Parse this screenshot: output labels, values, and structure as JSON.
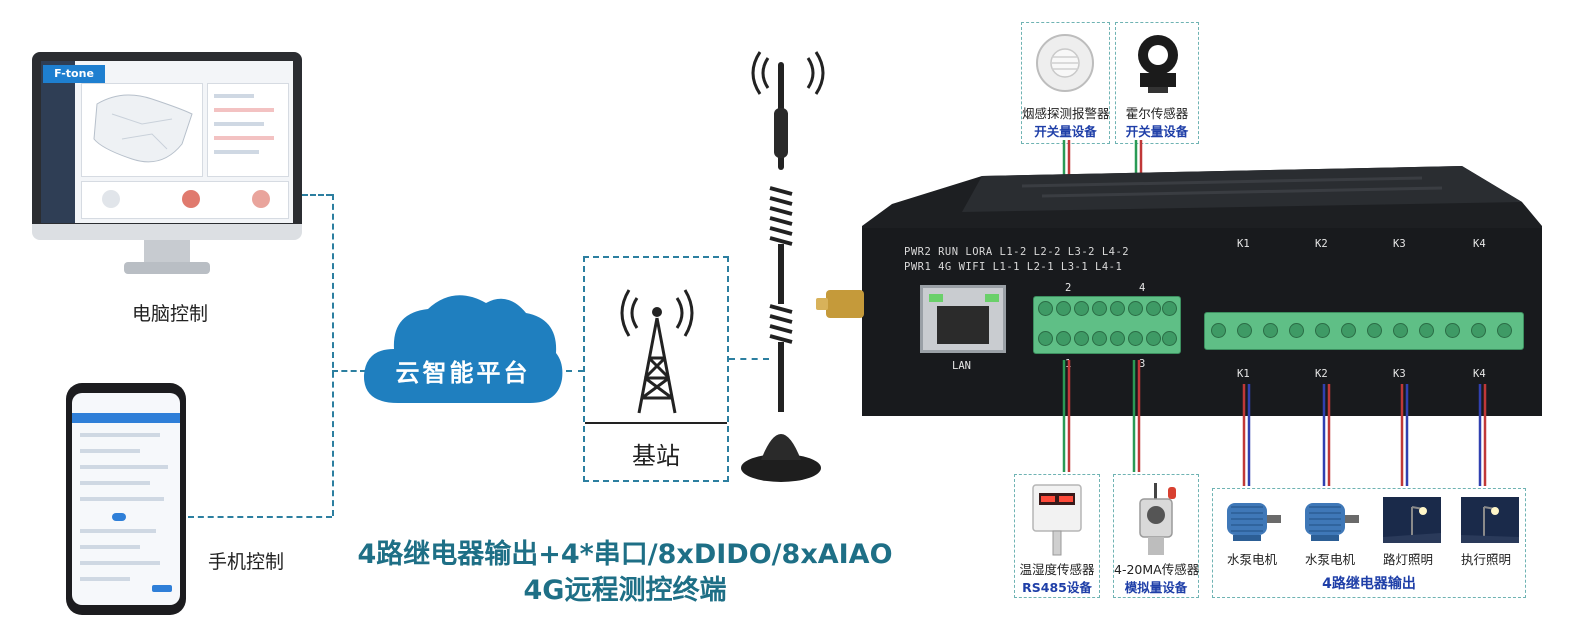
{
  "labels": {
    "pc_control": "电脑控制",
    "mobile_control": "手机控制",
    "cloud": "云智能平台",
    "base_station": "基站",
    "title_line1": "4路继电器输出+4*串口/8xDIDO/8xAIAO",
    "title_line2": "4G远程测控终端",
    "brand": "F-tone"
  },
  "device": {
    "led_row1": "PWR2  RUN  LORA  L1-2  L2-2  L3-2  L4-2",
    "led_row2": "PWR1   4G   WIFI  L1-1  L2-1  L3-1  L4-1",
    "lan": "LAN",
    "port_top_left": "2",
    "port_top_right": "4",
    "port_bottom_left": "1",
    "port_bottom_right": "3",
    "relays_top": [
      "K1",
      "K2",
      "K3",
      "K4"
    ],
    "relays_bottom": [
      "K1",
      "K2",
      "K3",
      "K4"
    ]
  },
  "top_sensors": [
    {
      "name": "烟感探测报警器",
      "type": "开关量设备"
    },
    {
      "name": "霍尔传感器",
      "type": "开关量设备"
    }
  ],
  "bottom_sensors": [
    {
      "name": "温湿度传感器",
      "type": "RS485设备"
    },
    {
      "name": "4-20MA传感器",
      "type": "模拟量设备"
    }
  ],
  "relay_outputs": {
    "items": [
      "水泵电机",
      "水泵电机",
      "路灯照明",
      "执行照明"
    ],
    "group_label": "4路继电器输出"
  },
  "colors": {
    "accent": "#1e6f86",
    "cloud": "#1f7fbf",
    "dash": "#2c7fa0",
    "device": "#1d1f22",
    "terminal": "#5fbf86",
    "sensor_type": "#1f3fa8"
  }
}
